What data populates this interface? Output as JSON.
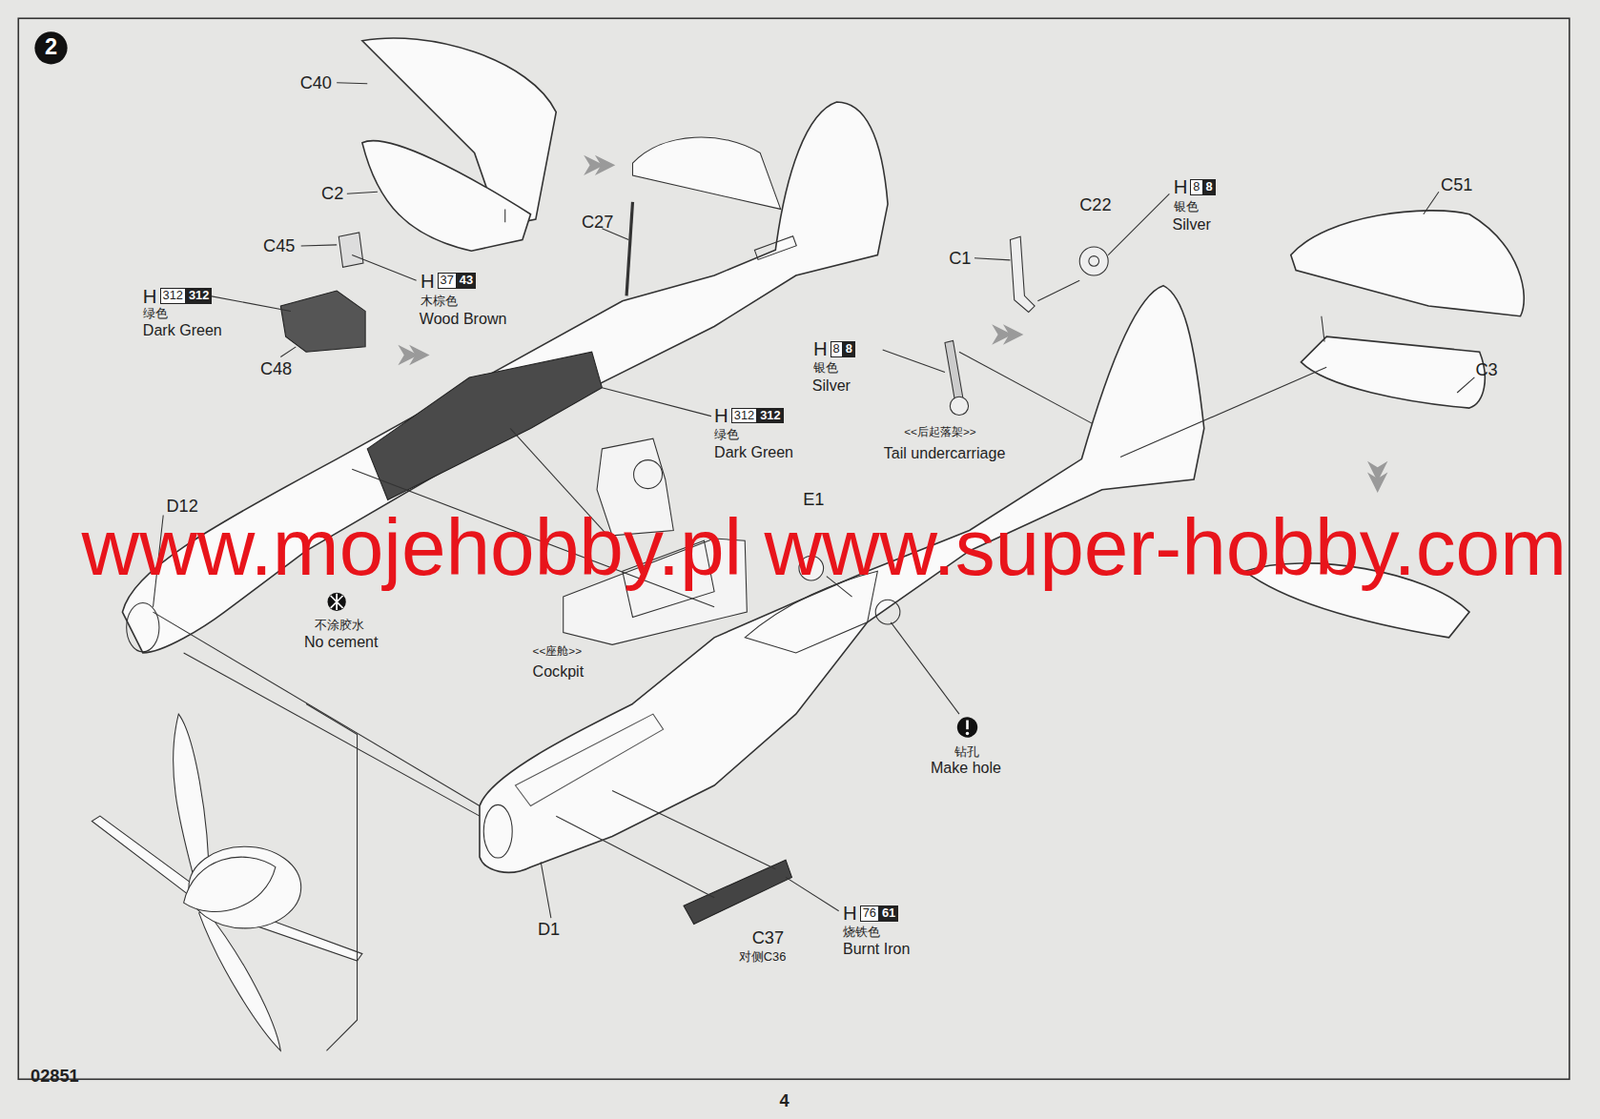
{
  "diagram": {
    "labels": [
      "2",
      "C40",
      "C2",
      "C45",
      "H",
      "312",
      "312",
      "绿色",
      "Dark Green",
      "C48",
      "H",
      "37",
      "43",
      "木棕色",
      "Wood Brown",
      "C27",
      "C22",
      "H",
      "8",
      "8",
      "银色",
      "Silver",
      "C1",
      "C51",
      "H",
      "8",
      "8",
      "银色",
      "Silver",
      "<<后起落架>>",
      "Tail undercarriage",
      "C3",
      "H",
      "312",
      "312",
      "绿色",
      "Dark Green",
      "D12",
      "www.mojehobby.pl www.super-hobby.com",
      "E1",
      "不涂胶水",
      "No cement",
      "<<座舱>>",
      "Cockpit",
      "钻孔",
      "Make hole",
      "D1",
      "C37",
      "对侧C36",
      "H",
      "76",
      "61",
      "烧铁色",
      "Burnt Iron",
      "02851",
      "4"
    ]
  }
}
